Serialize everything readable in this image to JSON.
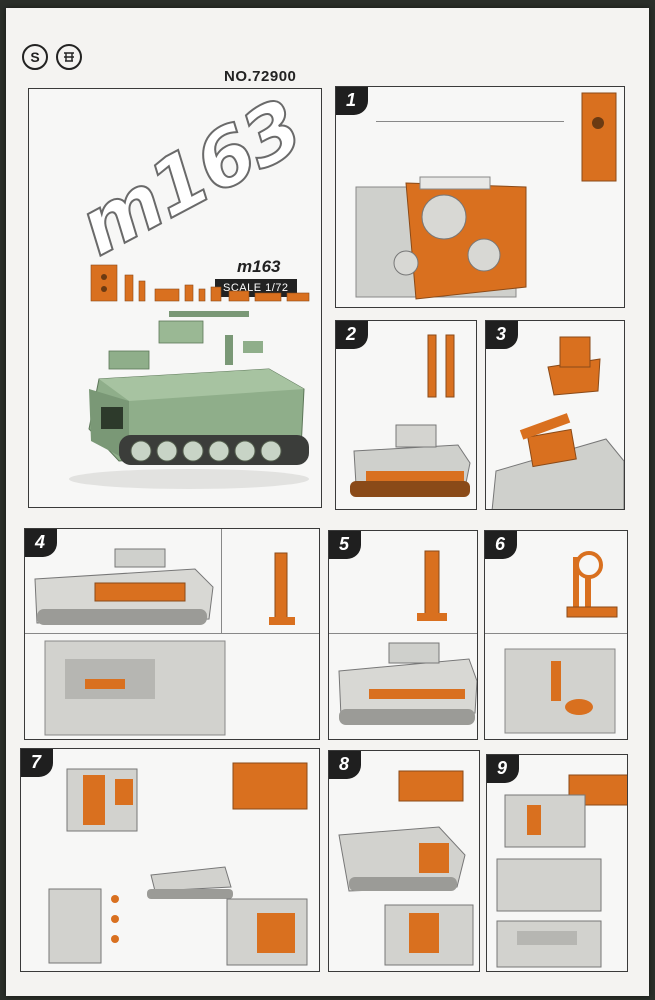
{
  "header": {
    "logo_left_letter": "S",
    "logo_right_letter": "",
    "product_number": "NO.72900"
  },
  "hero": {
    "title": "m163",
    "small_title": "m163",
    "scale": "SCALE 1/72"
  },
  "steps": [
    {
      "number": "1"
    },
    {
      "number": "2"
    },
    {
      "number": "3"
    },
    {
      "number": "4"
    },
    {
      "number": "5"
    },
    {
      "number": "6"
    },
    {
      "number": "7"
    },
    {
      "number": "8"
    },
    {
      "number": "9"
    }
  ],
  "colors": {
    "resin_orange": "#d9701f",
    "grey_model": "#cfd0cc",
    "green_model": "#8fae8a",
    "paper": "#f4f3f1"
  }
}
